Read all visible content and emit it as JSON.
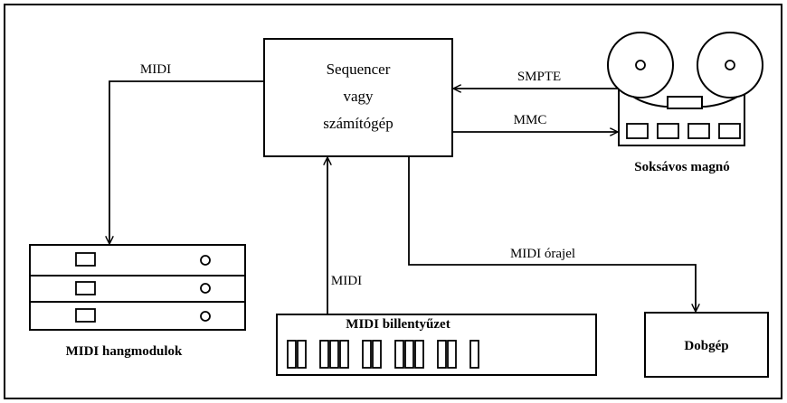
{
  "diagram": {
    "sequencer": {
      "line1": "Sequencer",
      "line2": "vagy",
      "line3": "számítógép"
    },
    "tape": {
      "label": "Soksávos magnó"
    },
    "modules": {
      "label": "MIDI hangmodulok"
    },
    "keyboard": {
      "label": "MIDI billentyűzet"
    },
    "drum": {
      "label": "Dobgép"
    },
    "connections": {
      "midi_out": "MIDI",
      "smpte": "SMPTE",
      "mmc": "MMC",
      "midi_in": "MIDI",
      "midi_clock": "MIDI órajel"
    }
  }
}
